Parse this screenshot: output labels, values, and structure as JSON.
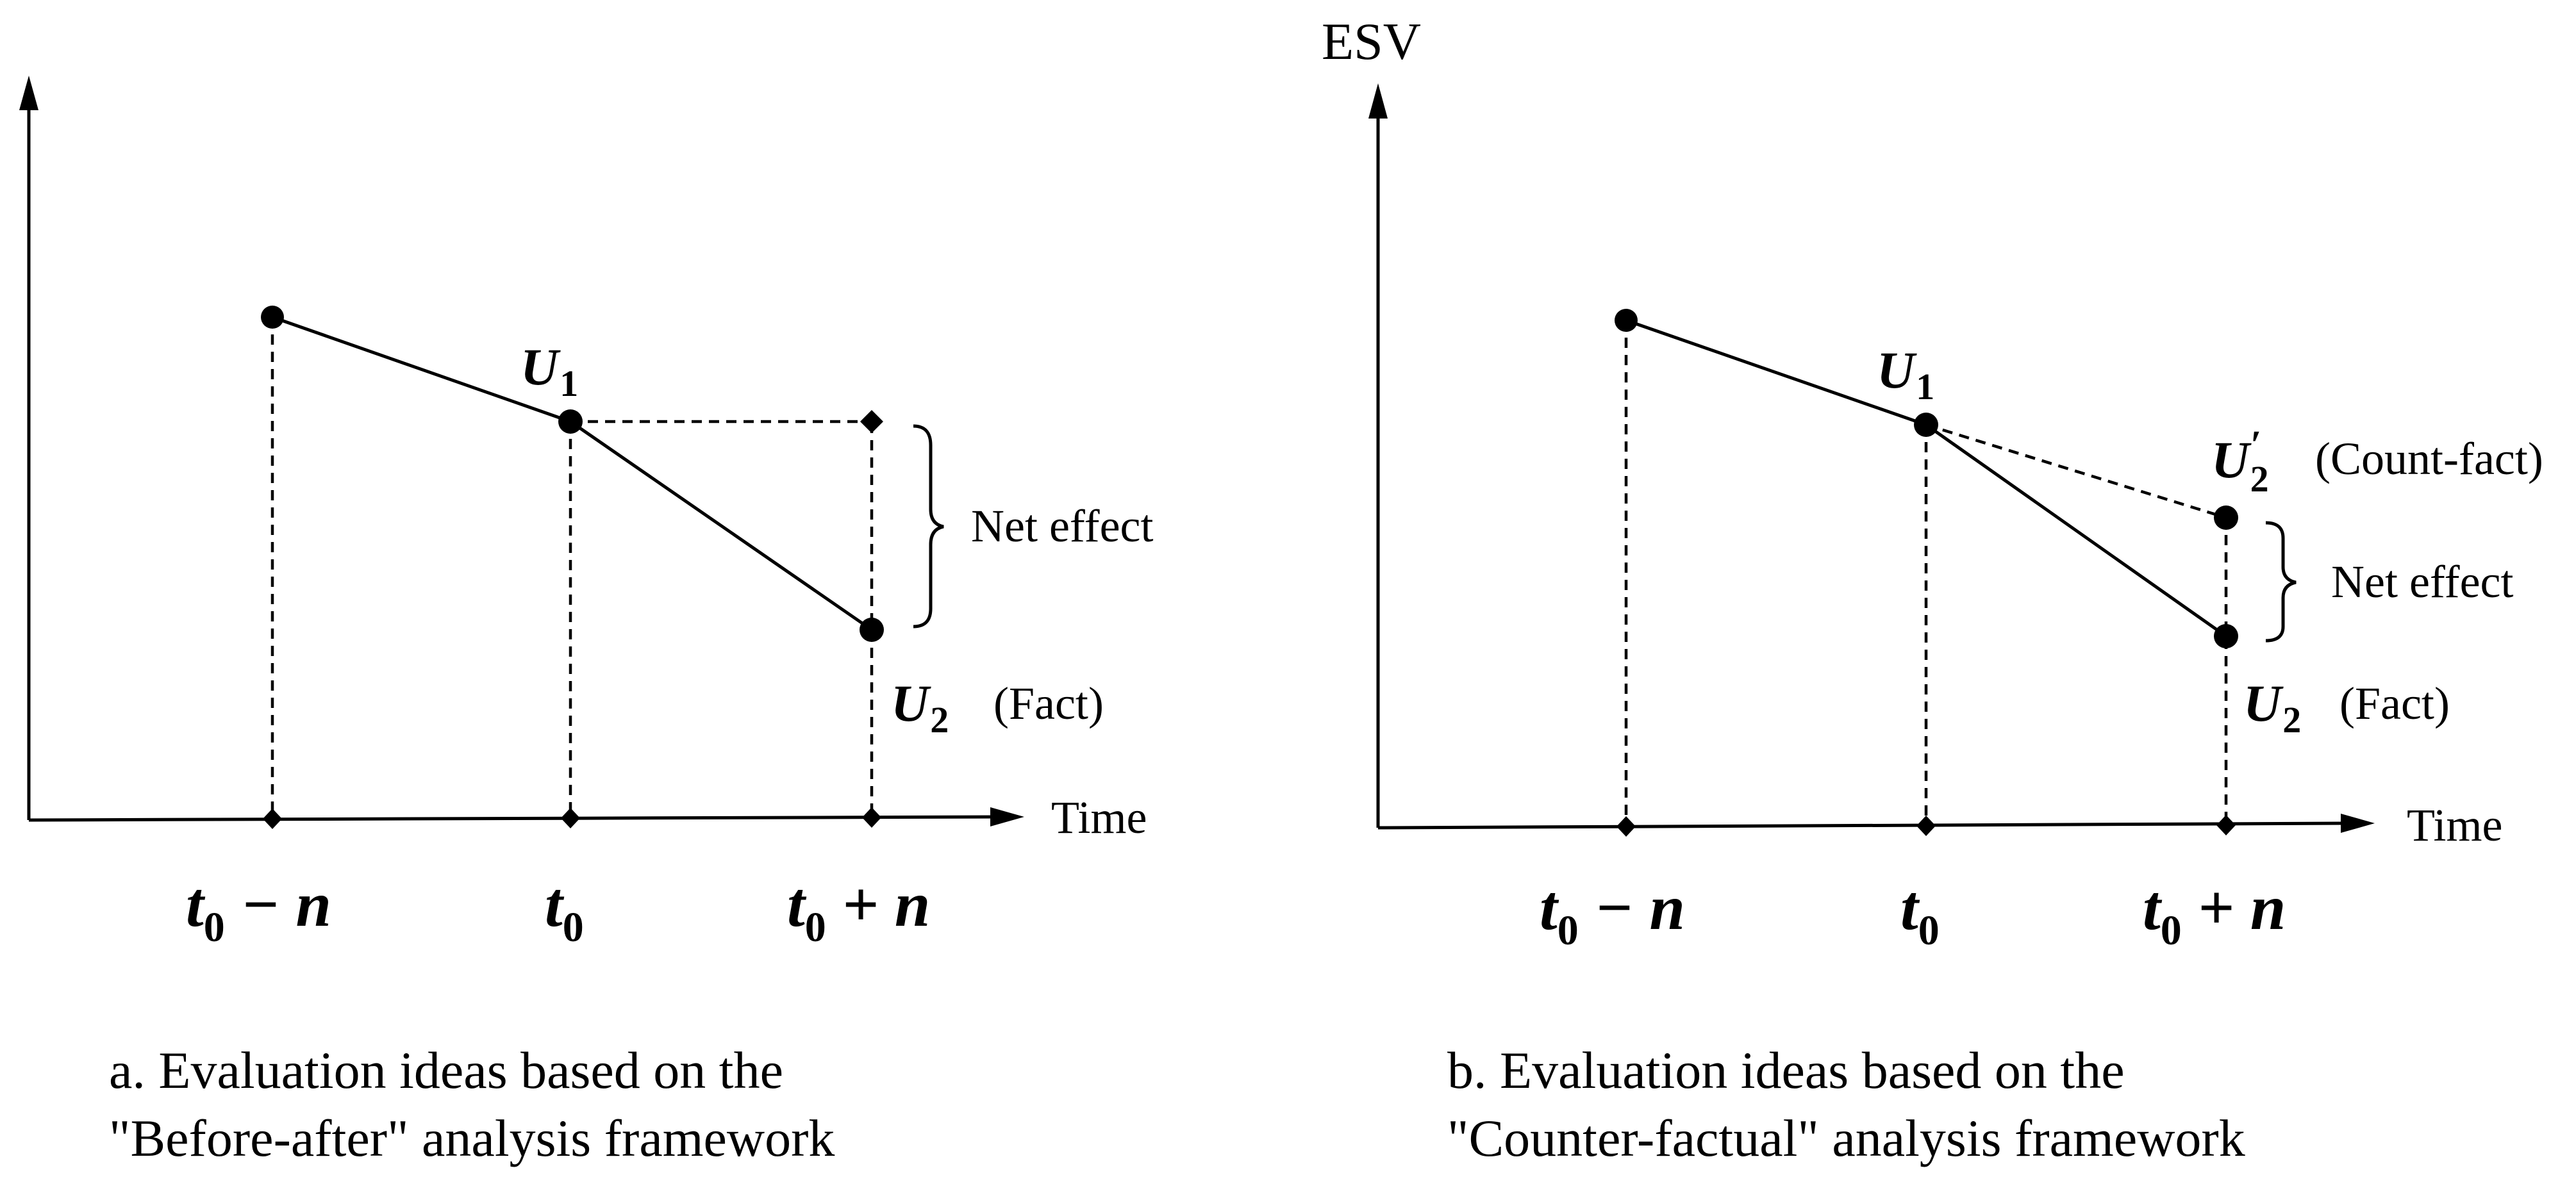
{
  "panel_a": {
    "y_axis_label": "",
    "x_axis_label": "Time",
    "u1_letter": "U",
    "u1_sub": "1",
    "u2_letter": "U",
    "u2_sub": "2",
    "fact_label": "(Fact)",
    "net_effect_label": "Net effect",
    "tick_left_t": "t",
    "tick_left_sub": "0",
    "tick_left_rest": " − n",
    "tick_mid_t": "t",
    "tick_mid_sub": "0",
    "tick_right_t": "t",
    "tick_right_sub": "0",
    "tick_right_rest": " + n",
    "caption_line1": "a. Evaluation ideas based on the",
    "caption_line2": "\"Before-after\" analysis framework"
  },
  "panel_b": {
    "y_axis_label": "ESV",
    "x_axis_label": "Time",
    "u1_letter": "U",
    "u1_sub": "1",
    "u2p_letter": "U",
    "u2p_prime": "′",
    "u2p_sub": "2",
    "count_fact_label": "(Count-fact)",
    "u2_letter": "U",
    "u2_sub": "2",
    "fact_label": "(Fact)",
    "net_effect_label": "Net effect",
    "tick_left_t": "t",
    "tick_left_sub": "0",
    "tick_left_rest": " − n",
    "tick_mid_t": "t",
    "tick_mid_sub": "0",
    "tick_right_t": "t",
    "tick_right_sub": "0",
    "tick_right_rest": " + n",
    "caption_line1": "b. Evaluation ideas based on the",
    "caption_line2": "\"Counter-factual\" analysis framework"
  }
}
